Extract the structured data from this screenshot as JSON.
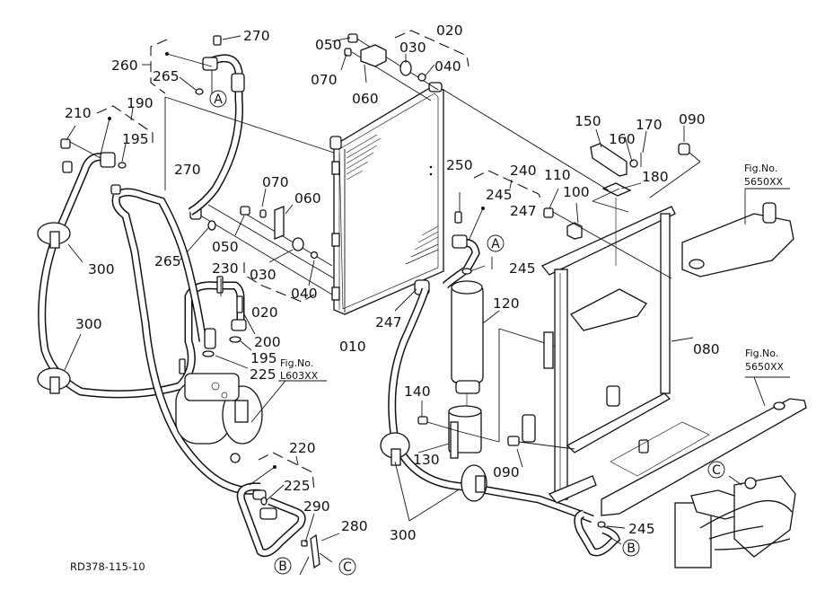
{
  "diagram": {
    "title_code": "RD378-115-10",
    "part_labels": {
      "p010": "010",
      "p020_top": "020",
      "p020_mid": "020",
      "p030_top": "030",
      "p030_mid": "030",
      "p040_top": "040",
      "p040_mid": "040",
      "p050_top": "050",
      "p050_mid": "050",
      "p060_top": "060",
      "p060_mid": "060",
      "p070_top": "070",
      "p070_mid": "070",
      "p080": "080",
      "p090_top": "090",
      "p090_bot": "090",
      "p100": "100",
      "p110": "110",
      "p120": "120",
      "p130": "130",
      "p140": "140",
      "p150": "150",
      "p160": "160",
      "p170": "170",
      "p180": "180",
      "p190": "190",
      "p195_top": "195",
      "p195_mid": "195",
      "p200": "200",
      "p210": "210",
      "p220": "220",
      "p225_mid": "225",
      "p225_bot": "225",
      "p230": "230",
      "p240": "240",
      "p245_a": "245",
      "p245_b": "245",
      "p245_c": "245",
      "p247_a": "247",
      "p247_b": "247",
      "p250": "250",
      "p260": "260",
      "p265_top": "265",
      "p265_mid": "265",
      "p270_top": "270",
      "p270_mid": "270",
      "p280": "280",
      "p290": "290",
      "p300_a": "300",
      "p300_b": "300",
      "p300_c": "300"
    },
    "figure_refs": [
      {
        "line1": "Fig.No.",
        "line2": "5650XX"
      },
      {
        "line1": "Fig.No.",
        "line2": "5650XX"
      },
      {
        "line1": "Fig.No.",
        "line2": "L603XX"
      }
    ],
    "connection_markers": {
      "a_top": "A",
      "a_mid": "A",
      "b_left": "B",
      "b_right": "B",
      "c_left": "C",
      "c_inset": "C"
    }
  }
}
